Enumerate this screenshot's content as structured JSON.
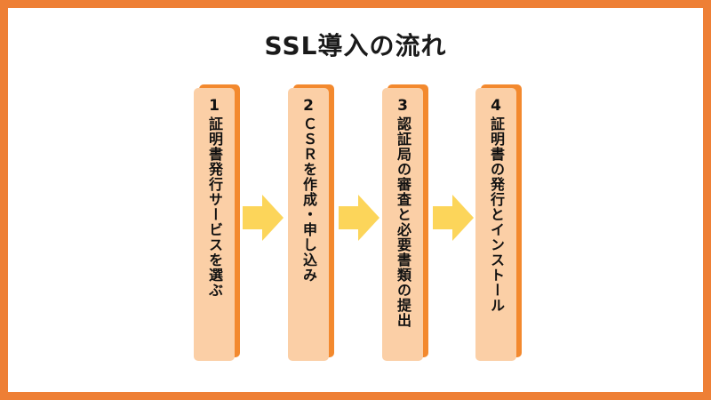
{
  "title": "SSL導入の流れ",
  "colors": {
    "frame": "#ee7f35",
    "box_fill": "#fbcfa6",
    "box_shadow": "#f3892e",
    "arrow": "#fcd55a"
  },
  "steps": [
    {
      "number": "1",
      "text": "証明書発行サービスを選ぶ"
    },
    {
      "number": "2",
      "text": "ＣＳＲを作成・申し込み"
    },
    {
      "number": "3",
      "text": "認証局の審査と必要書類の提出"
    },
    {
      "number": "4",
      "text": "証明書の発行とインストール"
    }
  ],
  "connectors": [
    "arrow-right-icon",
    "arrow-right-icon",
    "arrow-right-icon"
  ]
}
